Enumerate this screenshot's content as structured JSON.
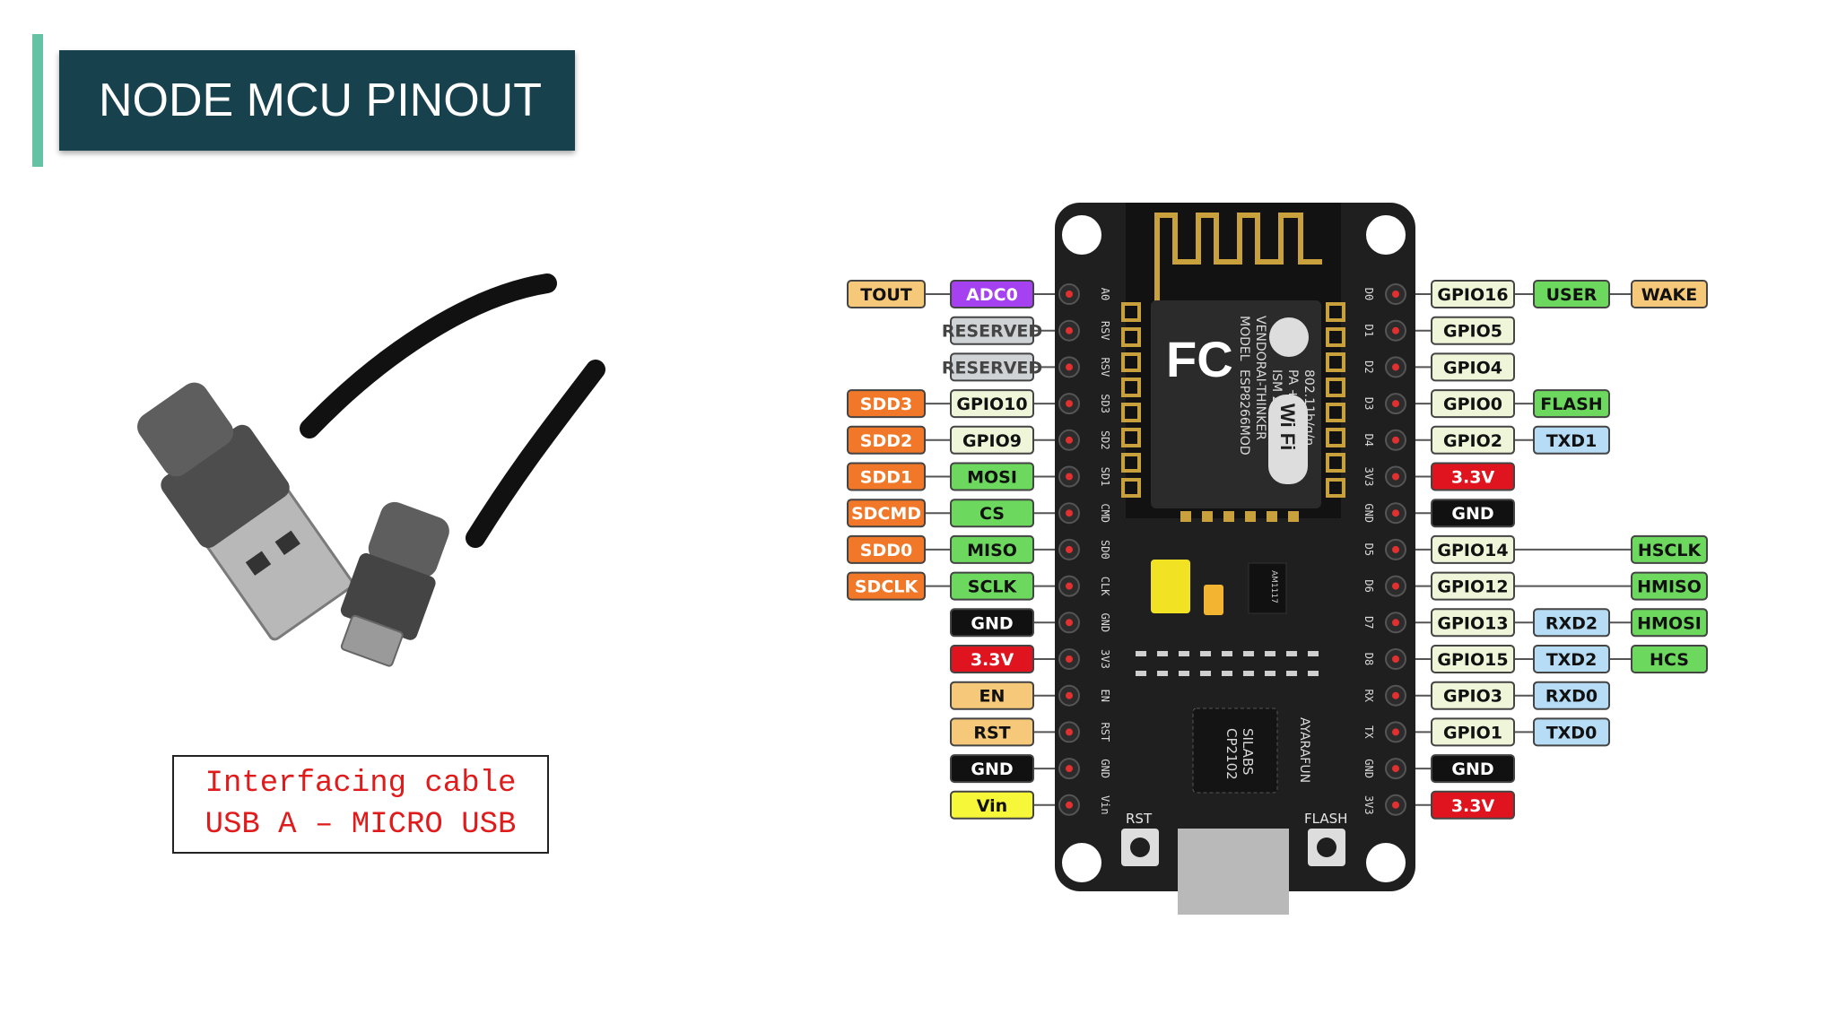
{
  "title": "NODE MCU PINOUT",
  "caption": {
    "line1": "Interfacing cable",
    "line2": "USB A – MICRO USB"
  },
  "board": {
    "buttons": {
      "rst": "RST",
      "flash": "FLASH"
    },
    "module": {
      "fc_logo": "FC",
      "wifi_logo": "Wi Fi",
      "text": [
        "MODEL",
        "VENDOR",
        "ESP8266MOD",
        "AI-THINKER",
        "ISM 2.4GHz",
        "PA +25dBm",
        "802.11b/g/n"
      ]
    },
    "chip_text": [
      "SILABS",
      "CP2102"
    ],
    "regulator_text": "AM1117",
    "brand_text": "AYARAFUN"
  },
  "colors": {
    "tan": "#f6c97a",
    "purple": "#a541f0",
    "gray": "#cfd3d6",
    "orange": "#f07828",
    "light_green": "#eef5d8",
    "green": "#6dd85e",
    "black": "#111111",
    "red": "#e0141e",
    "yellow": "#f7f73a",
    "blue": "#b7dcf5",
    "board": "#1f1f1f",
    "title_bg": "#17414d",
    "accent": "#66c2a5"
  },
  "left_pins": [
    {
      "pin": "A0",
      "labels": [
        {
          "text": "ADC0",
          "color": "purple"
        },
        {
          "text": "TOUT",
          "color": "tan"
        }
      ]
    },
    {
      "pin": "RSV",
      "labels": [
        {
          "text": "RESERVED",
          "color": "gray"
        }
      ]
    },
    {
      "pin": "RSV",
      "labels": [
        {
          "text": "RESERVED",
          "color": "gray"
        }
      ]
    },
    {
      "pin": "SD3",
      "labels": [
        {
          "text": "GPIO10",
          "color": "light_green"
        },
        {
          "text": "SDD3",
          "color": "orange"
        }
      ]
    },
    {
      "pin": "SD2",
      "labels": [
        {
          "text": "GPIO9",
          "color": "light_green"
        },
        {
          "text": "SDD2",
          "color": "orange"
        }
      ]
    },
    {
      "pin": "SD1",
      "labels": [
        {
          "text": "MOSI",
          "color": "green"
        },
        {
          "text": "SDD1",
          "color": "orange"
        }
      ]
    },
    {
      "pin": "CMD",
      "labels": [
        {
          "text": "CS",
          "color": "green"
        },
        {
          "text": "SDCMD",
          "color": "orange"
        }
      ]
    },
    {
      "pin": "SD0",
      "labels": [
        {
          "text": "MISO",
          "color": "green"
        },
        {
          "text": "SDD0",
          "color": "orange"
        }
      ]
    },
    {
      "pin": "CLK",
      "labels": [
        {
          "text": "SCLK",
          "color": "green"
        },
        {
          "text": "SDCLK",
          "color": "orange"
        }
      ]
    },
    {
      "pin": "GND",
      "labels": [
        {
          "text": "GND",
          "color": "black"
        }
      ]
    },
    {
      "pin": "3V3",
      "labels": [
        {
          "text": "3.3V",
          "color": "red"
        }
      ]
    },
    {
      "pin": "EN",
      "labels": [
        {
          "text": "EN",
          "color": "tan"
        }
      ]
    },
    {
      "pin": "RST",
      "labels": [
        {
          "text": "RST",
          "color": "tan"
        }
      ]
    },
    {
      "pin": "GND",
      "labels": [
        {
          "text": "GND",
          "color": "black"
        }
      ]
    },
    {
      "pin": "Vin",
      "labels": [
        {
          "text": "Vin",
          "color": "yellow"
        }
      ]
    }
  ],
  "right_pins": [
    {
      "pin": "D0",
      "labels": [
        {
          "text": "GPIO16",
          "color": "light_green"
        },
        {
          "text": "USER",
          "color": "green"
        },
        {
          "text": "WAKE",
          "color": "tan"
        }
      ]
    },
    {
      "pin": "D1",
      "labels": [
        {
          "text": "GPIO5",
          "color": "light_green"
        }
      ]
    },
    {
      "pin": "D2",
      "labels": [
        {
          "text": "GPIO4",
          "color": "light_green"
        }
      ]
    },
    {
      "pin": "D3",
      "labels": [
        {
          "text": "GPIO0",
          "color": "light_green"
        },
        {
          "text": "FLASH",
          "color": "green"
        }
      ]
    },
    {
      "pin": "D4",
      "labels": [
        {
          "text": "GPIO2",
          "color": "light_green"
        },
        {
          "text": "TXD1",
          "color": "blue"
        }
      ]
    },
    {
      "pin": "3V3",
      "labels": [
        {
          "text": "3.3V",
          "color": "red"
        }
      ]
    },
    {
      "pin": "GND",
      "labels": [
        {
          "text": "GND",
          "color": "black"
        }
      ]
    },
    {
      "pin": "D5",
      "labels": [
        {
          "text": "GPIO14",
          "color": "light_green"
        },
        {
          "text": "HSCLK",
          "color": "green",
          "far": true
        }
      ]
    },
    {
      "pin": "D6",
      "labels": [
        {
          "text": "GPIO12",
          "color": "light_green"
        },
        {
          "text": "HMISO",
          "color": "green",
          "far": true
        }
      ]
    },
    {
      "pin": "D7",
      "labels": [
        {
          "text": "GPIO13",
          "color": "light_green"
        },
        {
          "text": "RXD2",
          "color": "blue"
        },
        {
          "text": "HMOSI",
          "color": "green"
        }
      ]
    },
    {
      "pin": "D8",
      "labels": [
        {
          "text": "GPIO15",
          "color": "light_green"
        },
        {
          "text": "TXD2",
          "color": "blue"
        },
        {
          "text": "HCS",
          "color": "green"
        }
      ]
    },
    {
      "pin": "RX",
      "labels": [
        {
          "text": "GPIO3",
          "color": "light_green"
        },
        {
          "text": "RXD0",
          "color": "blue"
        }
      ]
    },
    {
      "pin": "TX",
      "labels": [
        {
          "text": "GPIO1",
          "color": "light_green"
        },
        {
          "text": "TXD0",
          "color": "blue"
        }
      ]
    },
    {
      "pin": "GND",
      "labels": [
        {
          "text": "GND",
          "color": "black"
        }
      ]
    },
    {
      "pin": "3V3",
      "labels": [
        {
          "text": "3.3V",
          "color": "red"
        }
      ]
    }
  ]
}
